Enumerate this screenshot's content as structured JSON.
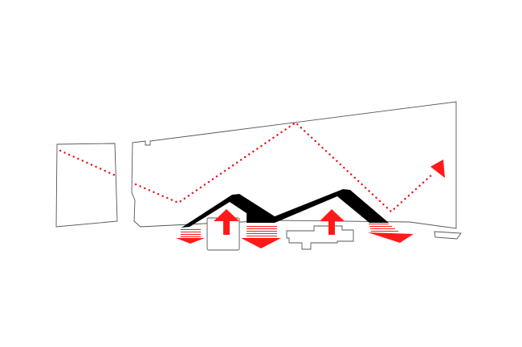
{
  "diagram": {
    "type": "architectural site concept diagram",
    "colors": {
      "outline": "#555555",
      "path": "#e8141a",
      "roof": "#000000",
      "arrows": "#ff1a1a",
      "background": "#ffffff"
    },
    "elements": [
      "site-outline-left",
      "site-outline-main",
      "circulation-dotted-path",
      "roof-canopy",
      "up-arrows",
      "down-arrows",
      "existing-buildings"
    ]
  }
}
